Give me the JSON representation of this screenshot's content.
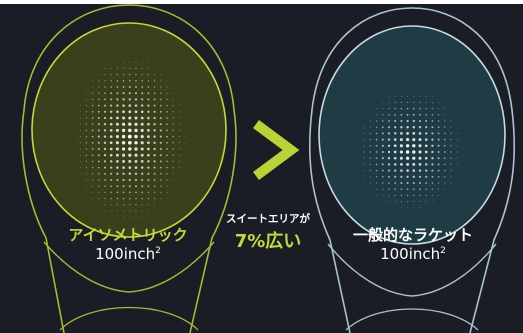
{
  "colors": {
    "background": "#1a1d26",
    "left_accent": "#b9d234",
    "left_fill": "#3b3f1b",
    "right_frame": "#a9c3cb",
    "right_fill": "#1f3c45",
    "text_white": "#ffffff"
  },
  "left_racket": {
    "name": "アイソメトリック",
    "size": "100inch",
    "size_exp": "2"
  },
  "comparison": {
    "symbol": ">",
    "caption": "スイートエリアが",
    "highlight": "7%広い"
  },
  "right_racket": {
    "name": "一般的なラケット",
    "size": "100inch",
    "size_exp": "2"
  }
}
